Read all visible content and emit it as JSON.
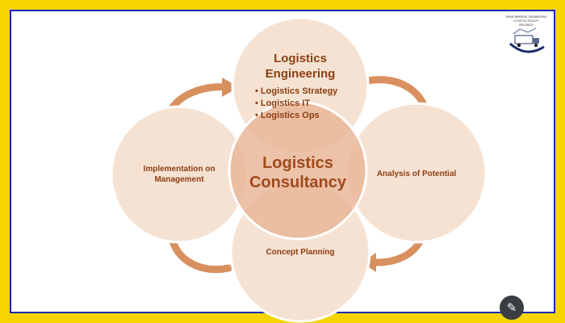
{
  "center": {
    "line1": "Logistics",
    "line2": "Consultancy"
  },
  "top": {
    "title_line1": "Logistics",
    "title_line2": "Engineering",
    "bullets": [
      "Logistics Strategy",
      "Logistics IT",
      "Logistics Ops"
    ]
  },
  "right": {
    "label": "Analysis of Potential"
  },
  "bottom": {
    "label": "Concept Planning"
  },
  "left": {
    "line1": "Implementation on",
    "line2": "Management"
  },
  "logo": {
    "line1": "ENVIRONMENTAL ENGINEERING",
    "line2": "LOGISTICS FACULTY",
    "line3": "BELGRADE"
  },
  "edit_icon": "magic-wand-icon",
  "colors": {
    "frame": "#f5d400",
    "border": "#1a2bb8",
    "circle_fill": "#f6e2d2",
    "circle_stroke": "#ffffff",
    "center_fill": "#e8b596",
    "text": "#8a3f12",
    "arrow": "#d9905f"
  }
}
